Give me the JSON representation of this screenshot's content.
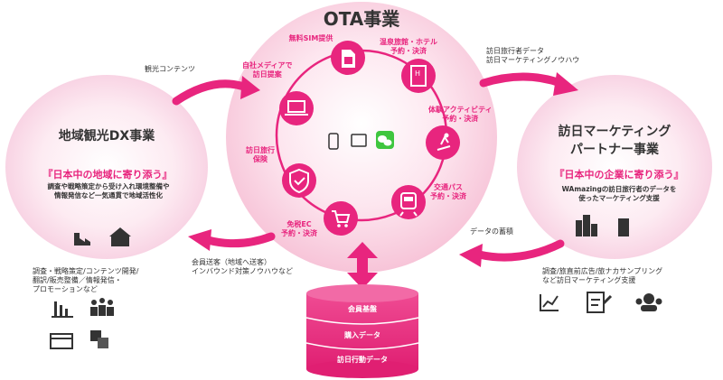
{
  "center": {
    "title": "OTA事業",
    "services": [
      {
        "label": "無料SIM提供",
        "icon": "sim-card-icon"
      },
      {
        "label": "温泉旅館・ホテル\n予約・決済",
        "icon": "hotel-building-icon"
      },
      {
        "label": "体験アクティビティ\n予約・決済",
        "icon": "activity-ski-icon"
      },
      {
        "label": "交通パス\n予約・決済",
        "icon": "train-icon"
      },
      {
        "label": "免税EC\n予約・決済",
        "icon": "shopping-cart-icon"
      },
      {
        "label": "訪日旅行\n保険",
        "icon": "shield-check-icon"
      },
      {
        "label": "自社メディアで\n訪日提案",
        "icon": "laptop-icon"
      }
    ],
    "device_icons": [
      "smartphone-icon",
      "tablet-icon",
      "wechat-icon"
    ]
  },
  "left": {
    "title": "地域観光DX事業",
    "catch": "『日本中の地域に寄り添う』",
    "desc": "調査や戦略策定から受け入れ環境整備や\n情報発信など一気通貫で地域活性化",
    "icons": [
      "factory-icon",
      "town-hall-icon"
    ],
    "services_text": "調査・戦略策定/コンテンツ開発/\n翻訳/販売整備／情報発信・\nプロモーションなど",
    "service_icons": [
      "bar-chart-icon",
      "team-icon",
      "web-page-icon",
      "translate-icon"
    ]
  },
  "right": {
    "title": "訪日マーケティング\nパートナー事業",
    "catch": "『日本中の企業に寄り添う』",
    "desc": "WAmazingの訪日旅行者のデータを\n使ったマーケティング支援",
    "icons": [
      "office-buildings-icon",
      "office-building-icon"
    ],
    "services_text": "調査/旅直前広告/旅ナカサンプリング\nなど訪日マーケティング支援",
    "service_icons": [
      "line-graph-icon",
      "clipboard-edit-icon",
      "user-group-icon"
    ]
  },
  "arrows": {
    "top_left": "観光コンテンツ",
    "top_right": "訪日旅行者データ\n訪日マーケティングノウハウ",
    "bottom_left": "会員送客（地域へ送客）\nインバウンド対策ノウハウなど",
    "bottom_right": "データの蓄積"
  },
  "database": {
    "layers": [
      "会員基盤",
      "購入データ",
      "訪日行動データ"
    ]
  },
  "colors": {
    "accent": "#e8257e",
    "soft_pink": "#f9d4e4"
  }
}
